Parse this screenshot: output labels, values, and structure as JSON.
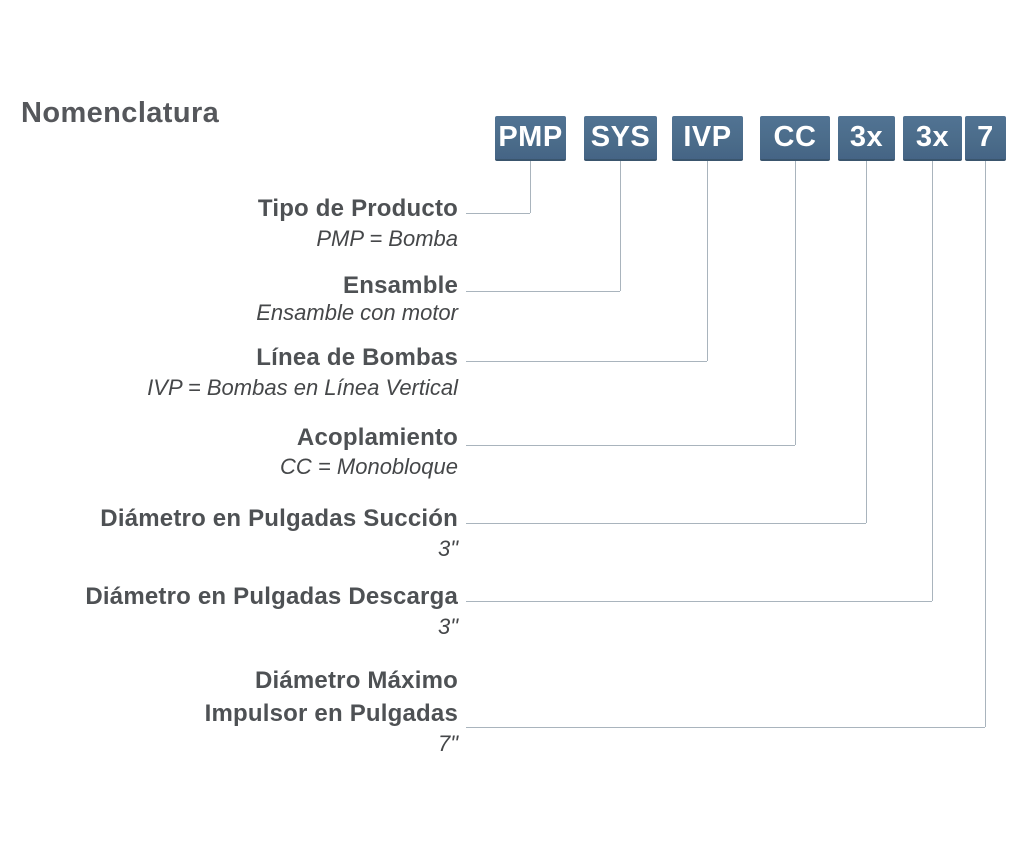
{
  "title": "Nomenclatura",
  "code": {
    "segments": [
      "PMP",
      "SYS",
      "IVP",
      "CC",
      "3x",
      "3x",
      "7"
    ]
  },
  "legend": [
    {
      "label": "Tipo de Producto",
      "value": "PMP = Bomba"
    },
    {
      "label": "Ensamble",
      "value": "Ensamble con motor"
    },
    {
      "label": "Línea de Bombas",
      "value": "IVP = Bombas en Línea Vertical"
    },
    {
      "label": "Acoplamiento",
      "value": "CC = Monobloque"
    },
    {
      "label": "Diámetro en Pulgadas Succión",
      "value": "3\""
    },
    {
      "label": "Diámetro en Pulgadas Descarga",
      "value": "3\""
    },
    {
      "label": "Diámetro Máximo",
      "label_line2": "Impulsor en Pulgadas",
      "value": "7\""
    }
  ],
  "colors": {
    "background": "#ffffff",
    "box_fill": "#4a6b89",
    "box_text": "#ffffff",
    "label_text": "#4e5154",
    "title_text": "#55575b",
    "connector_line": "#a9b4bd"
  }
}
